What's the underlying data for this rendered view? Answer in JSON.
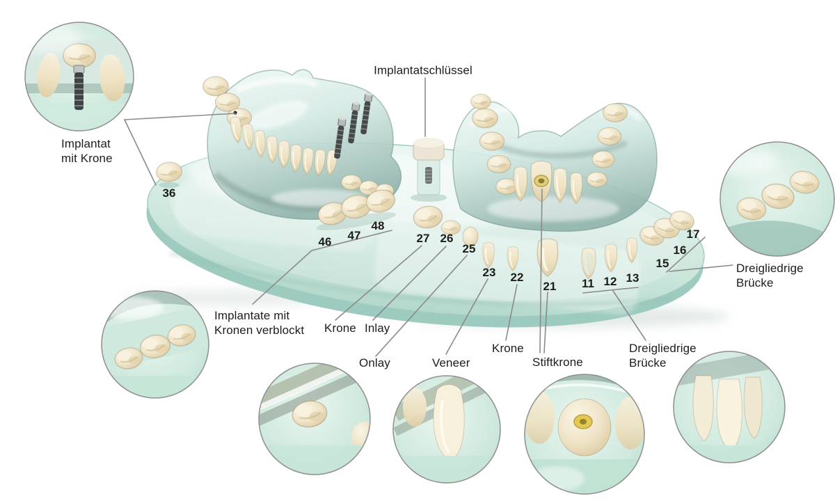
{
  "figure": {
    "annotations": {
      "implant_key_label": "Implantatschlüssel",
      "implant_with_crown": {
        "line1": "Implantat",
        "line2": "mit Krone"
      },
      "implants_splinted": {
        "line1": "Implantate mit",
        "line2": "Kronen verblockt"
      },
      "crown_left": "Krone",
      "inlay": "Inlay",
      "onlay": "Onlay",
      "veneer": "Veneer",
      "crown_center": "Krone",
      "post_crown": "Stiftkrone",
      "bridge_bottom": {
        "line1": "Dreigliedrige",
        "line2": "Brücke"
      },
      "bridge_right": {
        "line1": "Dreigliedrige",
        "line2": "Brücke"
      }
    },
    "tooth_numbers": {
      "t36": "36",
      "t46": "46",
      "t47": "47",
      "t48": "48",
      "t27": "27",
      "t26": "26",
      "t25": "25",
      "t23": "23",
      "t22": "22",
      "t21": "21",
      "t11": "11",
      "t12": "12",
      "t13": "13",
      "t15": "15",
      "t16": "16",
      "t17": "17"
    },
    "colors": {
      "ink": "#1d1d1b",
      "leader": "#8a8a8a",
      "inset-border": "#8f8f8f",
      "tray": "#cfe8de",
      "tray-edge": "#9ecbc0",
      "glass": "#d6ece6",
      "glass-deep": "#7fa29a",
      "tooth": "#f0e6cb",
      "tooth-shadow": "#d9c7a0",
      "implant-metal": "#474b4b",
      "post-hole": "#e0cf7e"
    }
  }
}
